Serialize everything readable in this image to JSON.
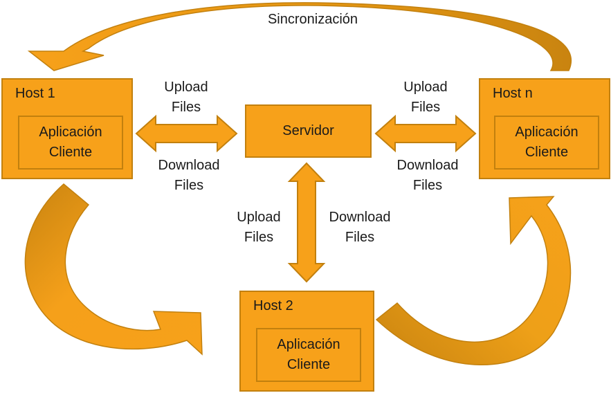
{
  "sync_label": "Sincronización",
  "server": {
    "label": "Servidor"
  },
  "hosts": [
    {
      "title": "Host 1",
      "app": "Aplicación\nCliente"
    },
    {
      "title": "Host n",
      "app": "Aplicación\nCliente"
    },
    {
      "title": "Host 2",
      "app": "Aplicación\nCliente"
    }
  ],
  "links": {
    "left_upload": "Upload\nFiles",
    "left_download": "Download\nFiles",
    "right_upload": "Upload\nFiles",
    "right_download": "Download\nFiles",
    "bottom_upload": "Upload\nFiles",
    "bottom_download": "Download\nFiles"
  },
  "colors": {
    "fill": "#f7a11a",
    "border": "#c2800e",
    "curve_dark": "#c98410"
  }
}
